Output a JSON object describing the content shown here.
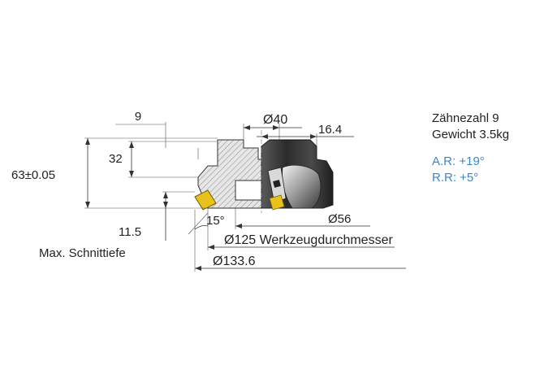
{
  "dimensions": {
    "top_width": "9",
    "bore": "Ø40",
    "hub_width": "16.4",
    "height_total": "63±0.05",
    "height_inner": "32",
    "max_depth": "11.5",
    "max_depth_label": "Max. Schnittiefe",
    "lead_angle": "15°",
    "pilot_dia": "Ø56",
    "tool_dia": "Ø125 Werkzeugdurchmesser",
    "outer_dia": "Ø133.6"
  },
  "specs": {
    "teeth": "Zähnezahl 9",
    "weight": "Gewicht 3.5kg",
    "axial_rake": "A.R: +19°",
    "radial_rake": "R.R: +5°"
  },
  "colors": {
    "insert": "#e8c21a",
    "body_dark": "#3a3a3a",
    "body_light": "#cfcfcf",
    "spec_blue": "#3a86c8"
  }
}
